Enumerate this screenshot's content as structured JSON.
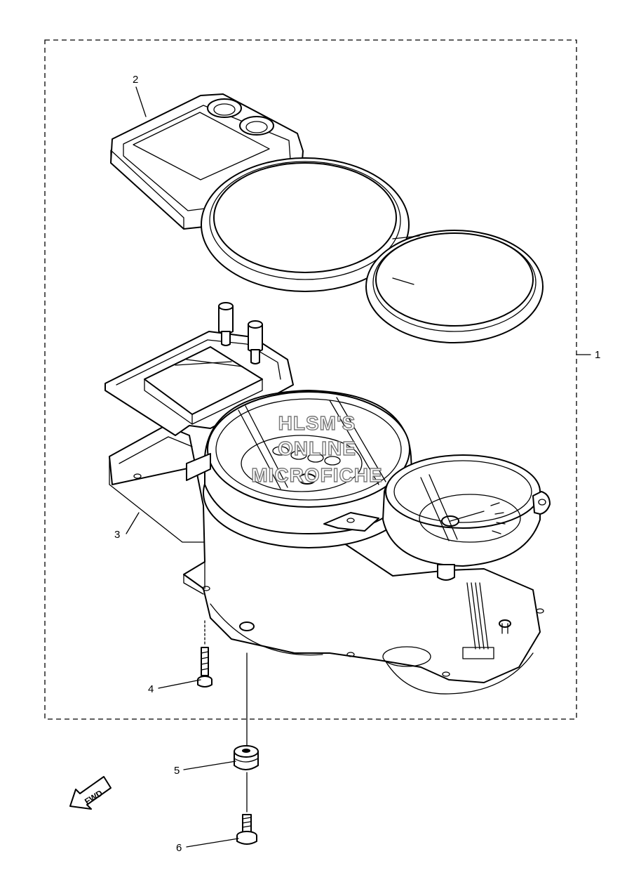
{
  "callouts": {
    "c1": "1",
    "c2": "2",
    "c3": "3",
    "c4": "4",
    "c5": "5",
    "c6": "6"
  },
  "watermark": {
    "line1": "HLSM'S",
    "line2": "ONLINE",
    "line3": "MICROFICHE"
  },
  "fwd_label": "FWD"
}
